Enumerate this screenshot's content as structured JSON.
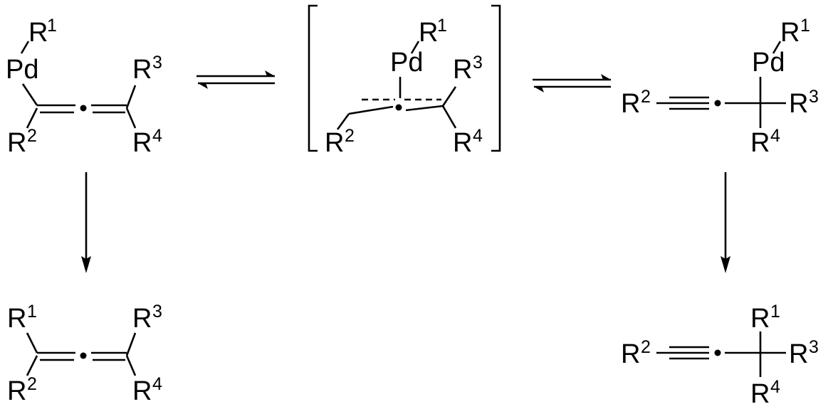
{
  "labels": {
    "pd": "Pd",
    "r": "R",
    "s1": "1",
    "s2": "2",
    "s3": "3",
    "s4": "4"
  }
}
